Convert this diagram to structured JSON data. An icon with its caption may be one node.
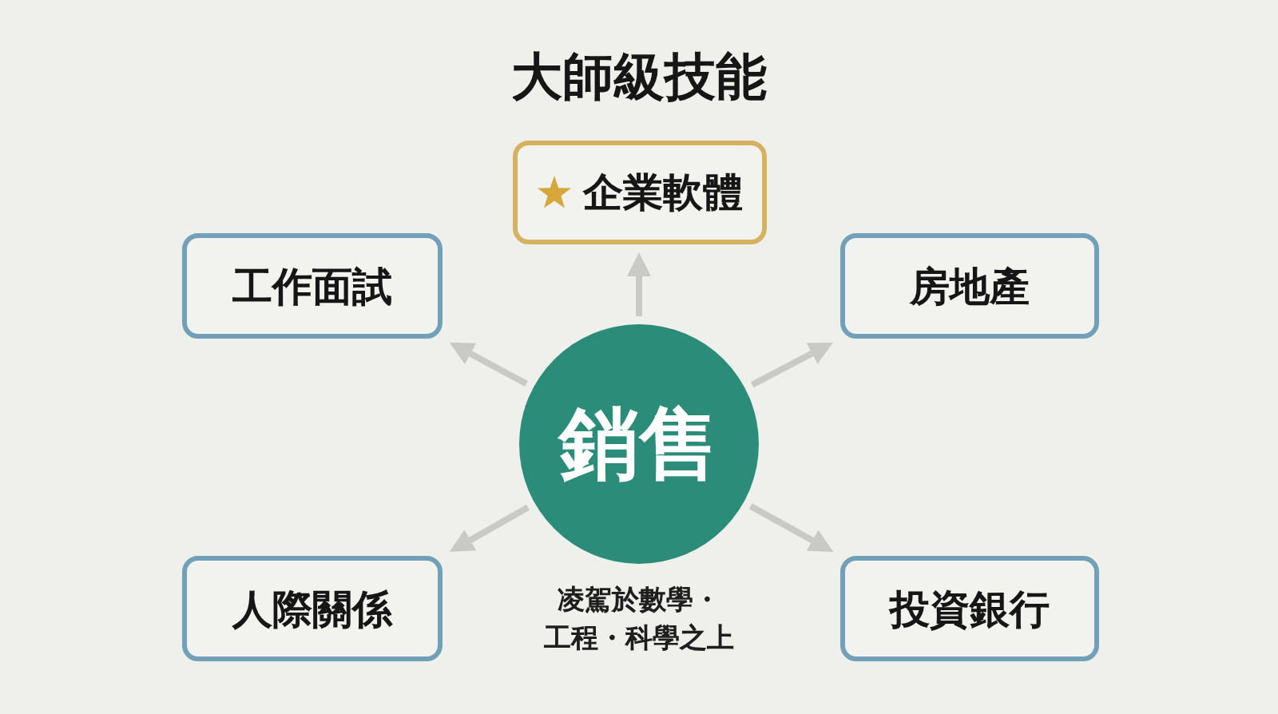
{
  "diagram": {
    "title": "大師級技能",
    "nodes": [
      {
        "text": [
          "企業軟體"
        ]
      },
      {
        "text": [
          "工作面試"
        ]
      },
      {
        "text": [
          "房地產"
        ]
      },
      {
        "text": [
          "銷售"
        ],
        "beside": [
          "凌駕於數學・工程・科學之上"
        ]
      },
      {
        "text": [
          "人際關係"
        ]
      },
      {
        "text": [
          "投資銀行"
        ]
      }
    ],
    "edges": [
      {
        "from": 3,
        "to": 0,
        "arrow": "to"
      },
      {
        "from": 3,
        "to": 1,
        "arrow": "to"
      },
      {
        "from": 3,
        "to": 2,
        "arrow": "to"
      },
      {
        "from": 3,
        "to": 4,
        "arrow": "to"
      },
      {
        "from": 3,
        "to": 5,
        "arrow": "to"
      }
    ]
  }
}
